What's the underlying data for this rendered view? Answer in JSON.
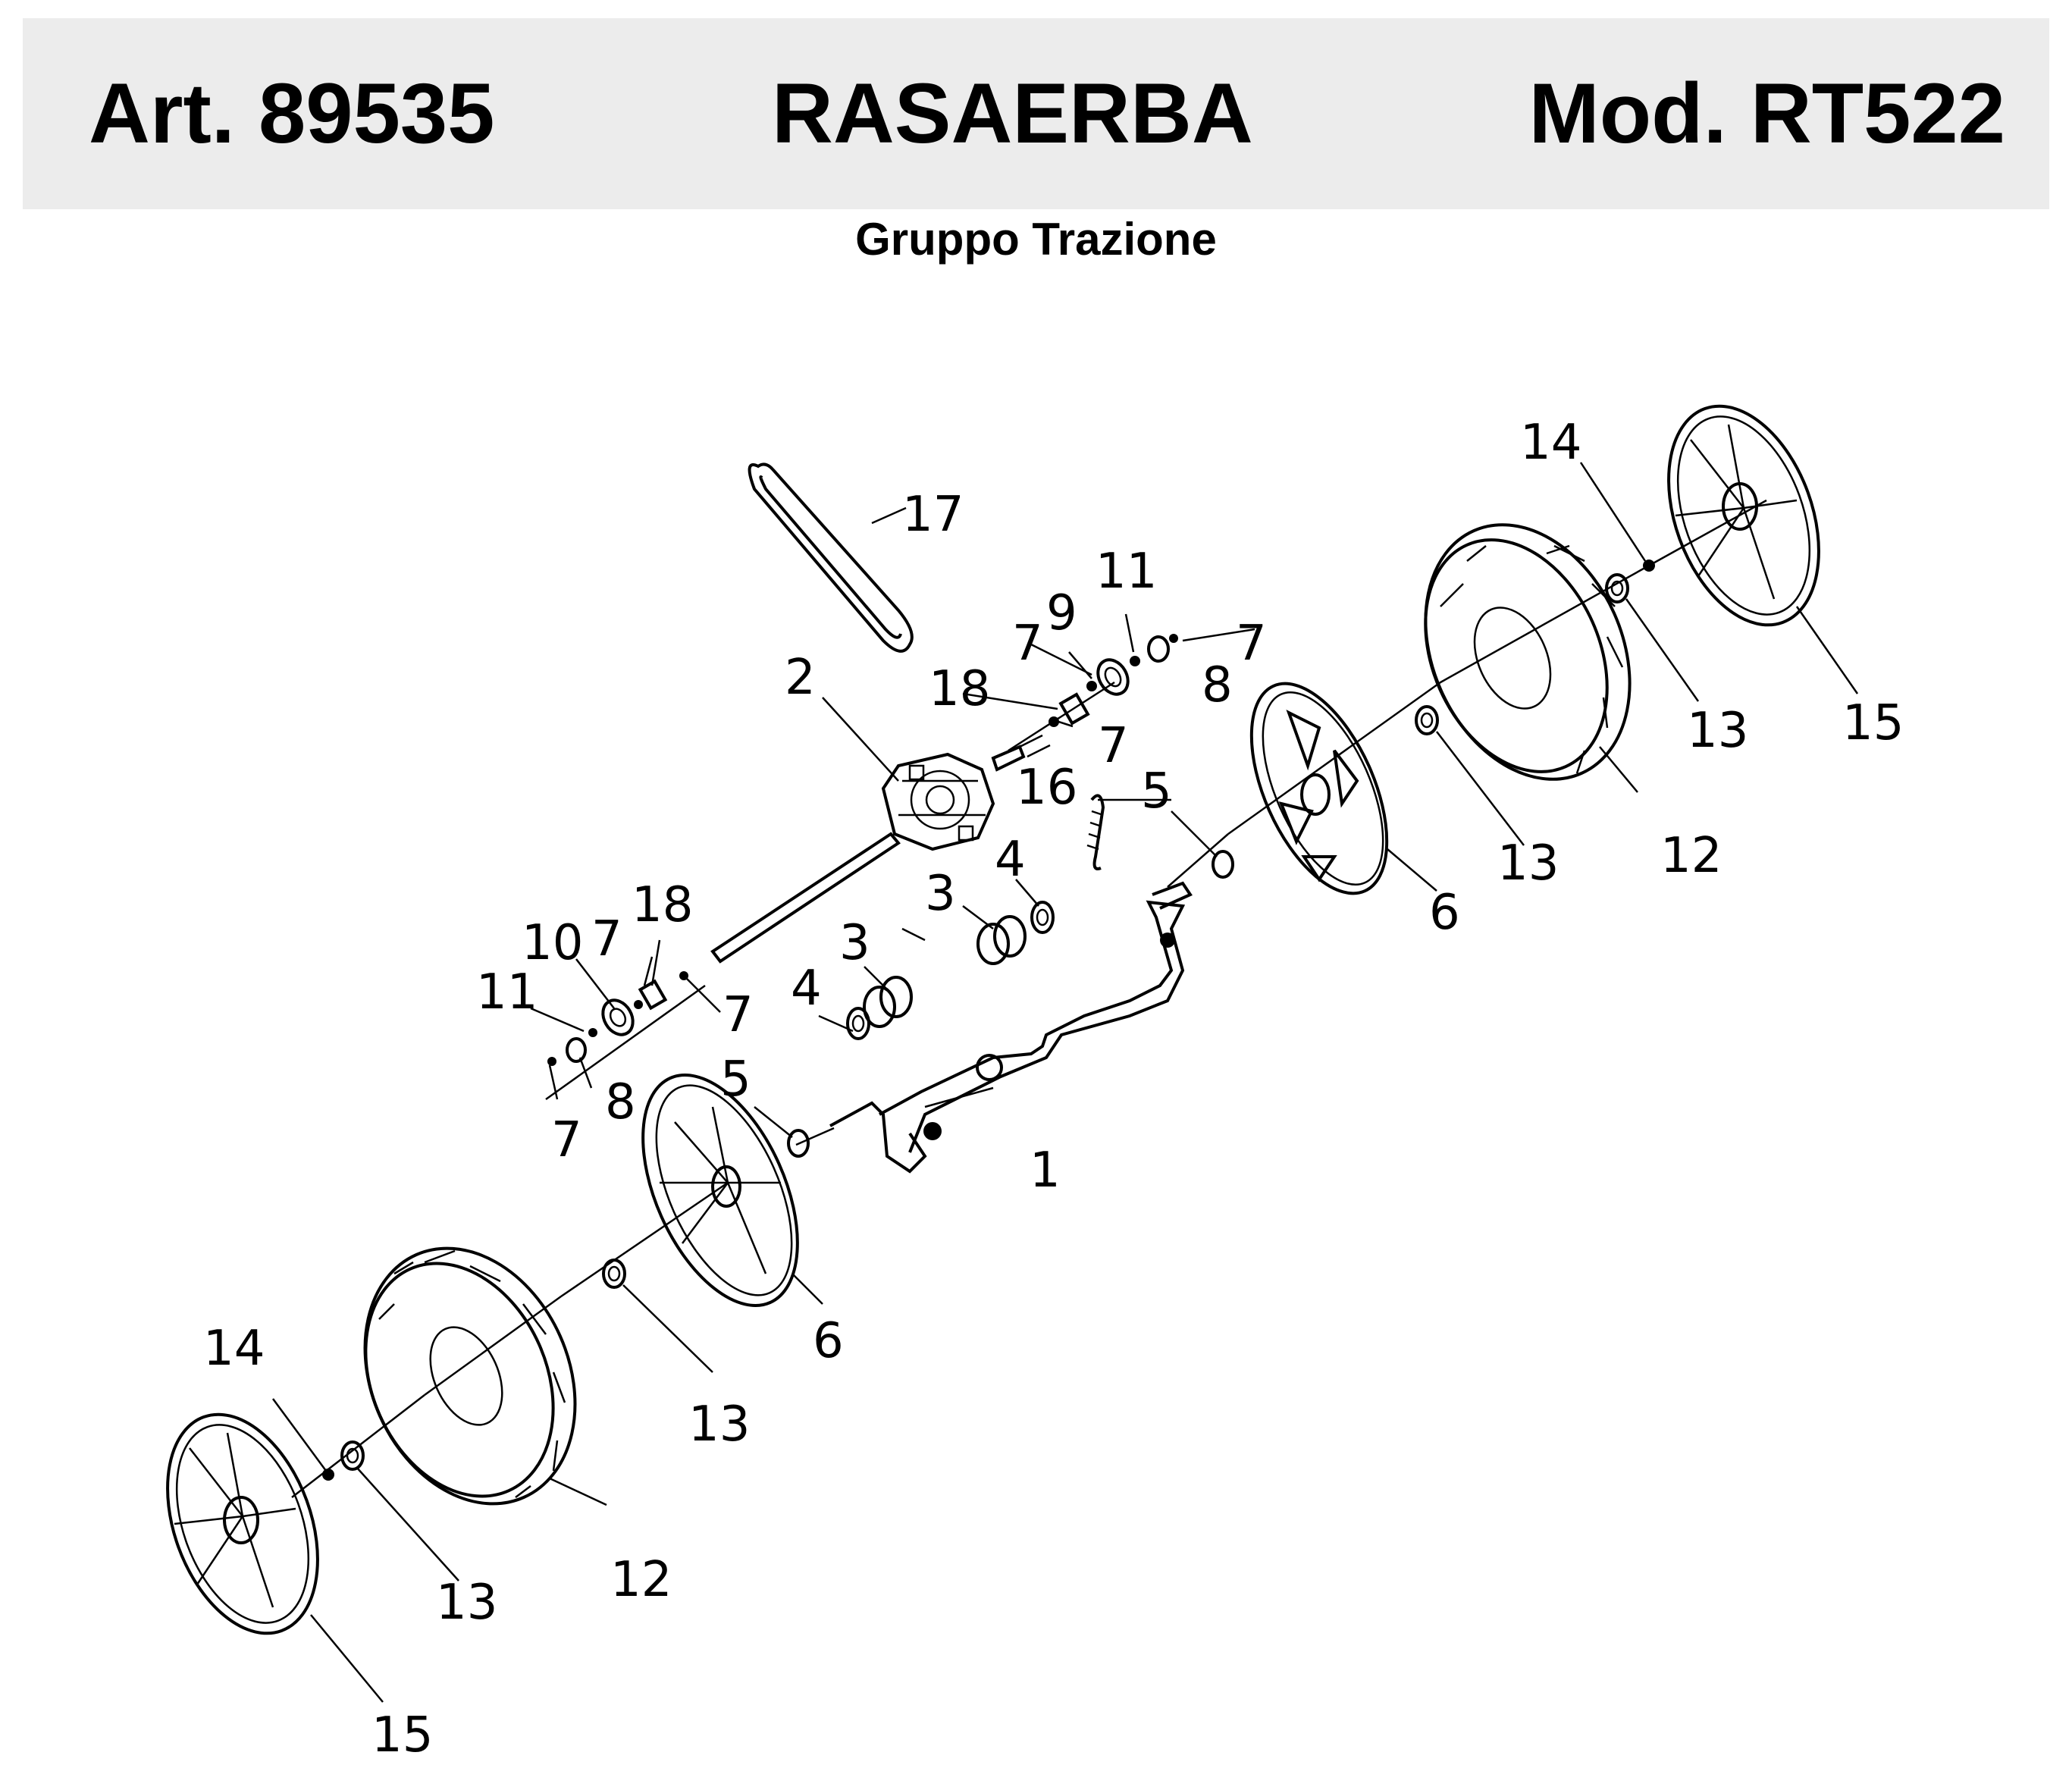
{
  "header": {
    "article": "Art. 89535",
    "product": "RASAERBA",
    "model": "Mod. RT522"
  },
  "subtitle": "Gruppo Trazione",
  "diagram": {
    "callouts": {
      "c1": "1",
      "c2": "2",
      "c3a": "3",
      "c3b": "3",
      "c4a": "4",
      "c4b": "4",
      "c5a": "5",
      "c5b": "5",
      "c6a": "6",
      "c6b": "6",
      "c7a": "7",
      "c7b": "7",
      "c7c": "7",
      "c7d": "7",
      "c7e": "7",
      "c7f": "7",
      "c8a": "8",
      "c8b": "8",
      "c9": "9",
      "c10": "10",
      "c11a": "11",
      "c11b": "11",
      "c12a": "12",
      "c12b": "12",
      "c13a": "13",
      "c13b": "13",
      "c13c": "13",
      "c13d": "13",
      "c14a": "14",
      "c14b": "14",
      "c15a": "15",
      "c15b": "15",
      "c16": "16",
      "c17": "17",
      "c18a": "18",
      "c18b": "18"
    }
  }
}
